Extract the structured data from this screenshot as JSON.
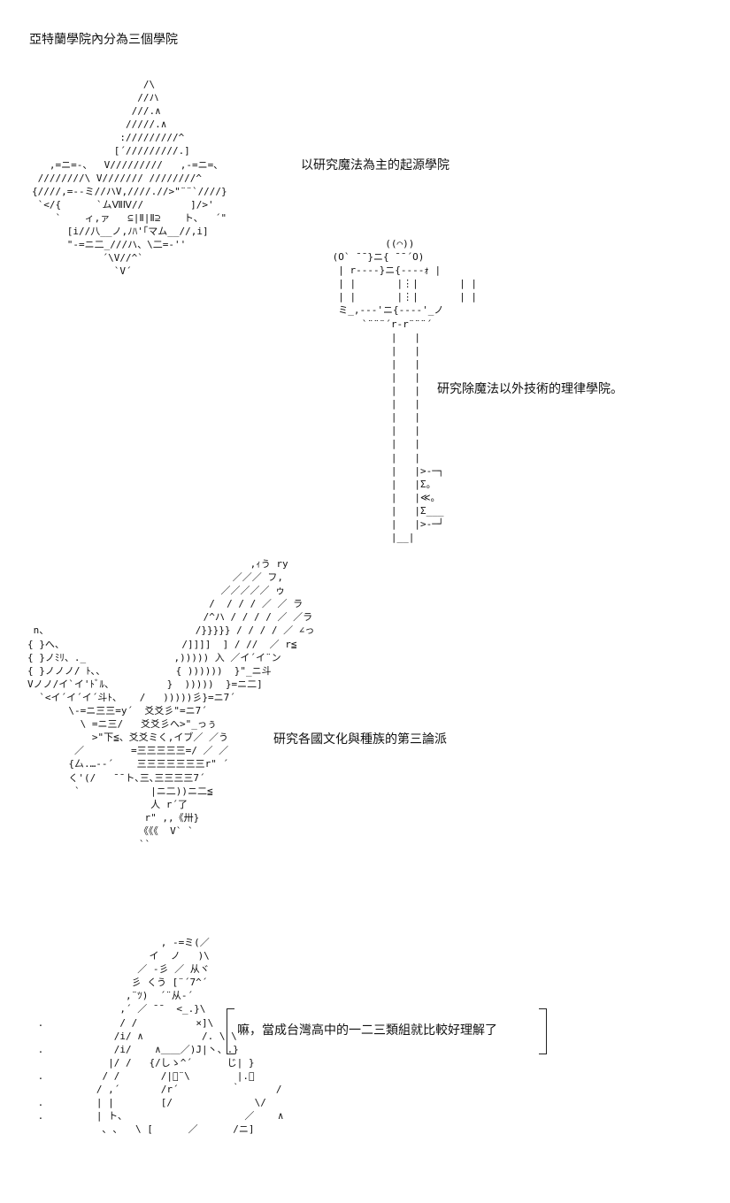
{
  "header": {
    "title": "亞特蘭學院內分為三個學院"
  },
  "sections": [
    {
      "id": "magic-academy",
      "caption": "以研究魔法為主的起源學院",
      "art": "                   /\\\n                  //ハ\n                 ///.∧\n                /////.∧\n               ://///////^\n              [´/////////.]\n   ,=ニ=-、  V/////////   ,-=ニ=、\n ////////\\ V/////// ////////^\n{////,=--ミ//ハV,////.//>\"¨¨`////}\n `</{      `ムⅦⅣ//        ]/>'\n    `    ィ,ァ   ⊆|Ⅱ|Ⅱ⊇    ト、  ´\"\n      [i//八__ノ,ﾉﾊ'｢マム__//,i]\n      \"-=ニ二_///ハ、\\二=-''\n            ´\\V//^`\n              `V´"
    },
    {
      "id": "tech-academy",
      "caption": "研究除魔法以外技術的理律學院。",
      "art": "          ((⌒))\n (O` ¯¯}ニ{ ¯¯´O)\n  | r‐‐‐‐}ニ{‐‐‐‐ｫ |\n  | |       |⋮|       | |\n  | |       |⋮|       | |\n  ミ_,‐‐-'ニ{‐-‐-'_ノ\n      `¨¨¨´r‐r¨¨¨´\n           |   |\n           |   |\n           |   |\n           |   |\n           |   |\n           |   |\n           |   |\n           |   |\n           |   |\n           |   |\n           |   |>-─┐\n           |   |Σ。\n           |   |≪。\n           |   |Σ___\n           |   |>-─┘\n           |__|"
    },
    {
      "id": "culture-academy",
      "caption": "研究各國文化與種族的第三論派",
      "art": "                                      ,ｨう ry\n                                   ／／／ フ,\n                                 ／／／／／ ゥ\n                               /  / / / ／ ／ ラ\n                              /^ハ / / / / ／ ／ラ\n n、                         /}}}}} / / / / ／ ∠っ\n{ }へ、                    /]]]]  ] / //  ／ r≦\n{ }ノﾐﾘ、._               ,))))) 入 ／イ´イ¨ン\n{ }ノノノ/ ﾄ､、            { ))))))  }\"_ニ斗\nVノノ/イ`イ'ﾄﾞﾙ、         }  )))))  }=ニ二]\n  `<イ´イ´イ´斗ﾄ、   /   )))))彡}=ニ7´\n       \\-=ニ三三=y´  爻爻彡\"=ニ7´\n         \\ =ニ三/   爻爻彡へ>\"_っぅ\n           >\"下≦、爻爻ミく,イブ／ ／う\n        ／        =三三三三三=/ ／ ／\n       {厶.…-‐´    三三三三三三三r\" ´\n       く'(/   ¯¯ト､三､三三三三7´\n        `            |ニ二))ニ二≦\n                     人 r´了\n                    r\" ,,《卅}\n                   《《《  V` `\n                   ``"
    },
    {
      "id": "dialogue",
      "caption": "嘛，當成台灣高中的一二三類組就比較好理解了",
      "art": "                      , -=ミ(／\n                    イ  ノ   )\\\n                  ／ -彡 ／ 从ヾ\n                 彡 くう [¨´7^´\n                ,¨ﾂ)  ´¨从-´\n               ,´ ／ ¯¯  <_.}\\\n .             / /          ×]\\\n              /i/ ∧          /. \\ \\\n .            /i/    ∧＿＿／)J|丶、.}\n             |/ /   {/しゝ^´      じ| }\n .          / /       /|ﾞ¨\\        |.」\n           / ,´       /r´         ｀      /\n .         | |        [/              \\/\n .         | ト、                    ／    ∧\n            ､ ､   \\ [      ／      /ニ]"
    }
  ]
}
